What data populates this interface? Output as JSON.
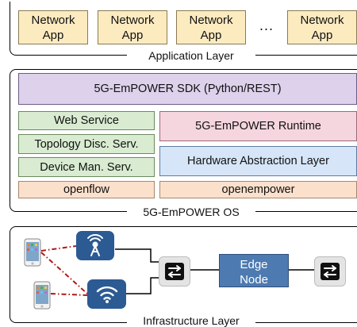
{
  "application_layer": {
    "title": "Application Layer",
    "apps": [
      {
        "line1": "Network",
        "line2": "App"
      },
      {
        "line1": "Network",
        "line2": "App"
      },
      {
        "line1": "Network",
        "line2": "App"
      },
      {
        "line1": "Network",
        "line2": "App"
      }
    ],
    "ellipsis": "..."
  },
  "os_layer": {
    "title": "5G-EmPOWER OS",
    "sdk": "5G-EmPOWER SDK (Python/REST)",
    "web_service": "Web Service",
    "topology": "Topology Disc. Serv.",
    "device_man": "Device Man. Serv.",
    "openflow": "openflow",
    "runtime": "5G-EmPOWER Runtime",
    "hal": "Hardware Abstraction Layer",
    "openempower": "openempower"
  },
  "infrastructure_layer": {
    "title": "Infrastructure Layer",
    "edge_node": {
      "line1": "Edge",
      "line2": "Node"
    }
  },
  "colors": {
    "app": "#fdebc0",
    "sdk": "#ddd1eb",
    "services": "#d9ecd2",
    "runtime": "#f5d6df",
    "hal": "#d6e5f8",
    "protocol": "#fbe0cc",
    "access_point": "#2c5a93",
    "edge_node": "#4d7ab0",
    "wireless_link": "#b01818"
  },
  "icons": [
    "phone-icon",
    "lte-antenna-icon",
    "wifi-icon",
    "switch-icon"
  ]
}
